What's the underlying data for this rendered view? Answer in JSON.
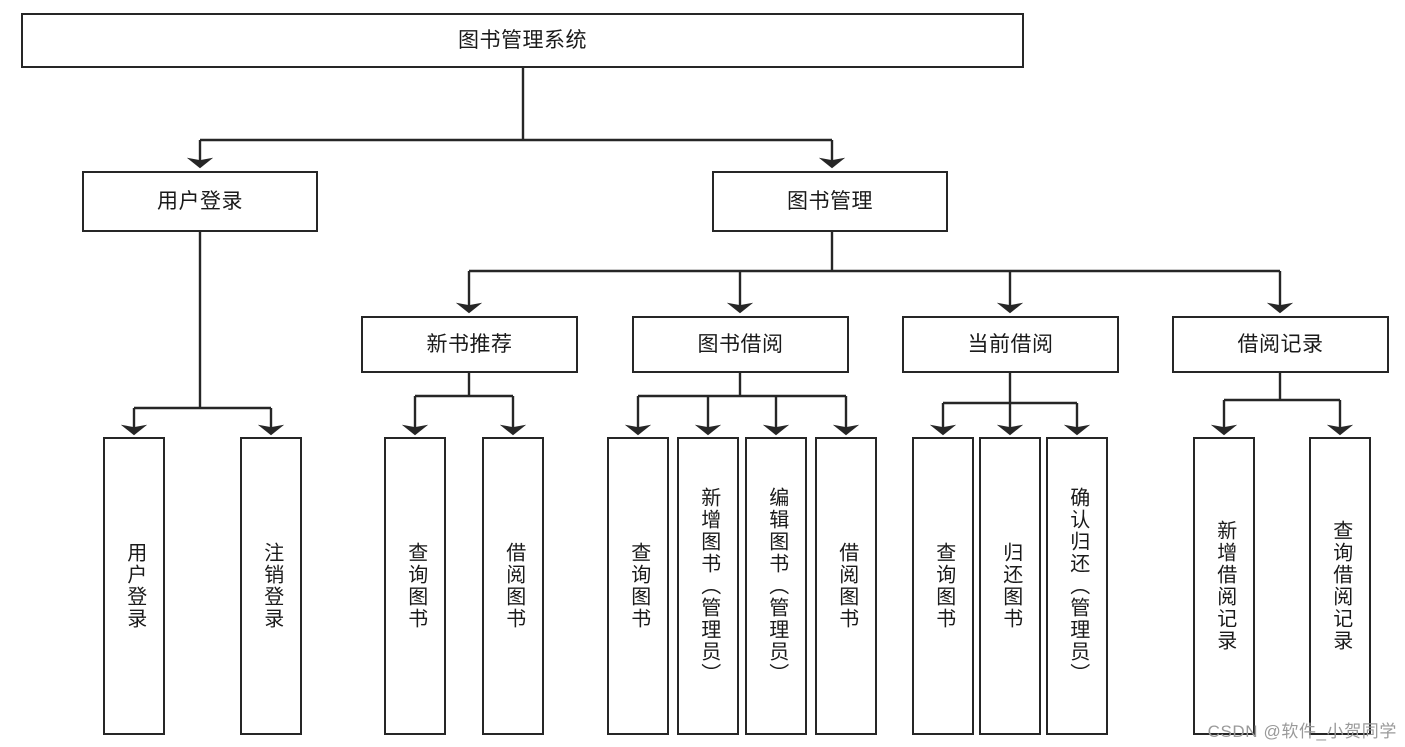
{
  "diagram": {
    "type": "hierarchy-tree",
    "title": "图书管理系统",
    "watermark": "CSDN @软件_小贺同学",
    "style": {
      "box_fill": "#ffffff",
      "box_stroke": "#262626",
      "line_color": "#262626",
      "text_color": "#1a1a1a",
      "watermark_color": "#9a9a9a",
      "background": "#ffffff"
    },
    "levels": {
      "level0": [
        {
          "id": "root",
          "label": "图书管理系统"
        }
      ],
      "level1": [
        {
          "id": "user-login",
          "label": "用户登录",
          "parent": "root"
        },
        {
          "id": "book-manage",
          "label": "图书管理",
          "parent": "root"
        }
      ],
      "level2": [
        {
          "id": "new-book-rec",
          "label": "新书推荐",
          "parent": "book-manage"
        },
        {
          "id": "book-borrow",
          "label": "图书借阅",
          "parent": "book-manage"
        },
        {
          "id": "current-borrow",
          "label": "当前借阅",
          "parent": "book-manage"
        },
        {
          "id": "borrow-record",
          "label": "借阅记录",
          "parent": "book-manage"
        }
      ],
      "leaves": [
        {
          "id": "leaf-user-login",
          "label": "用户登录",
          "parent": "user-login"
        },
        {
          "id": "leaf-logout",
          "label": "注销登录",
          "parent": "user-login"
        },
        {
          "id": "leaf-query-book-1",
          "label": "查询图书",
          "parent": "new-book-rec"
        },
        {
          "id": "leaf-borrow-book-1",
          "label": "借阅图书",
          "parent": "new-book-rec"
        },
        {
          "id": "leaf-query-book-2",
          "label": "查询图书",
          "parent": "book-borrow"
        },
        {
          "id": "leaf-add-book",
          "label": "新增图书（管理员）",
          "parent": "book-borrow"
        },
        {
          "id": "leaf-edit-book",
          "label": "编辑图书（管理员）",
          "parent": "book-borrow"
        },
        {
          "id": "leaf-borrow-book-2",
          "label": "借阅图书",
          "parent": "book-borrow"
        },
        {
          "id": "leaf-query-book-3",
          "label": "查询图书",
          "parent": "current-borrow"
        },
        {
          "id": "leaf-return-book",
          "label": "归还图书",
          "parent": "current-borrow"
        },
        {
          "id": "leaf-confirm-return",
          "label": "确认归还（管理员）",
          "parent": "current-borrow"
        },
        {
          "id": "leaf-add-record",
          "label": "新增借阅记录",
          "parent": "borrow-record"
        },
        {
          "id": "leaf-query-record",
          "label": "查询借阅记录",
          "parent": "borrow-record"
        }
      ]
    }
  }
}
